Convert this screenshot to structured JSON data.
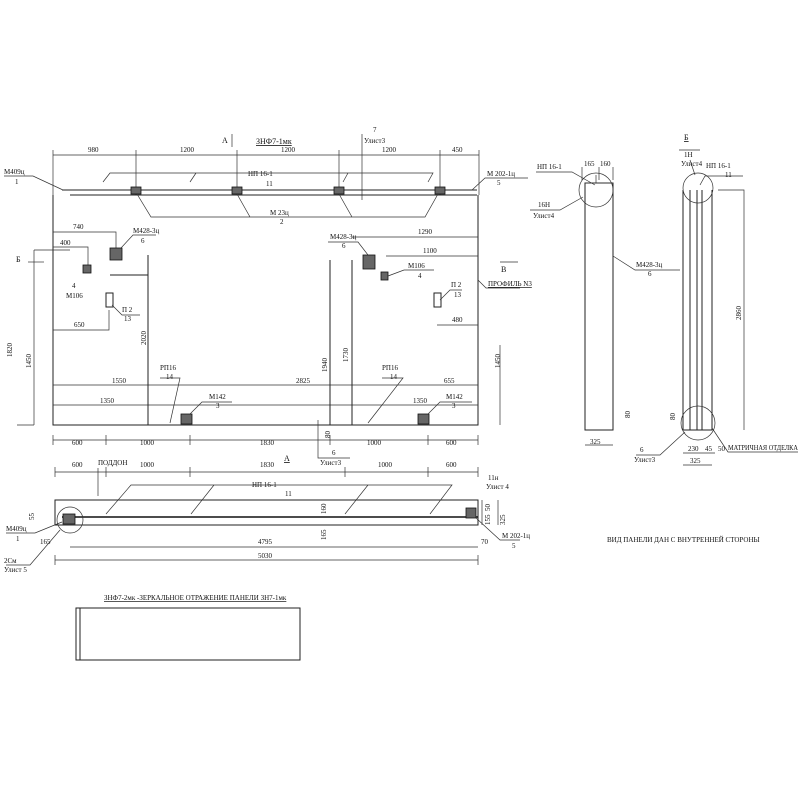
{
  "title": "ЗНФ7-1мк",
  "section_a": "А",
  "section_b": "Б",
  "section_v": "В",
  "top_dims": [
    "980",
    "1200",
    "1200",
    "1200",
    "450"
  ],
  "bottom_dims": [
    "600",
    "1000",
    "1830",
    "1000",
    "600"
  ],
  "plan_dims": [
    "600",
    "1000",
    "1830",
    "1000",
    "600"
  ],
  "labels": {
    "m409_a": "М409ц",
    "m409_a_n": "1",
    "np161_a": "НП 16-1",
    "np161_a_n": "11",
    "m23": "М 23ц",
    "m23_n": "2",
    "m202_a": "М 202-1ц",
    "m202_a_n": "5",
    "ulist3_top_n": "7",
    "ulist3_top": "Улист3",
    "m428_l": "М428-3ц",
    "m428_l_n": "6",
    "m428_r": "М428-3ц",
    "m428_r_n": "6",
    "m106_l": "М106",
    "m106_l_n": "4",
    "m106_r": "М106",
    "m106_r_n": "4",
    "p2_l": "П 2",
    "p2_l_n": "13",
    "p2_r": "П 2",
    "p2_r_n": "13",
    "profile": "ПРОФИЛЬ N3",
    "rp16_l": "РП16",
    "rp16_l_n": "14",
    "rp16_r": "РП16",
    "rp16_r_n": "14",
    "m142_l": "М142",
    "m142_l_n": "3",
    "m142_r": "М142",
    "m142_r_n": "3",
    "ulist3_mid_n": "6",
    "ulist3_mid": "Улист3",
    "poddon": "ПОДДОН",
    "np161_p": "НП 16-1",
    "np161_p_n": "11",
    "m409_p": "М409ц",
    "m409_p_n": "1",
    "ul5_n": "2См",
    "ul5": "Улист 5",
    "ul4_n": "11н",
    "ul4": "Улист 4",
    "m202_p": "М 202-1ц",
    "m202_p_n": "5"
  },
  "dims": {
    "d740": "740",
    "d400": "400",
    "d650": "650",
    "d1290": "1290",
    "d1100": "1100",
    "d480": "480",
    "d2020": "2020",
    "d1820": "1820",
    "d1450l": "1450",
    "d1940": "1940",
    "d1730": "1730",
    "d1450r": "1450",
    "d1550": "1550",
    "d2825": "2825",
    "d655": "655",
    "d1350l": "1350",
    "d1350r": "1350",
    "d80": "80",
    "d55": "55",
    "d165a": "165",
    "d165b": "165",
    "d160": "160",
    "d4795": "4795",
    "d5030": "5030",
    "d70": "70",
    "d50": "50",
    "d155": "155",
    "d325": "325"
  },
  "side": {
    "np161_1": "НП 16-1",
    "d165": "165",
    "d160": "160",
    "n16": "16Н",
    "ul4_1": "Улист4",
    "m428": "М428-3ц",
    "m428_n": "6",
    "d80_1": "80",
    "d325_1": "325",
    "n1": "1Н",
    "ul4_2": "Улист4",
    "np161_2": "НП 16-1",
    "np161_2_n": "11",
    "d2860": "2860",
    "d80_2": "80",
    "n6": "6",
    "ul3": "Улист3",
    "d230": "230",
    "d45": "45",
    "d50": "50",
    "d325_2": "325",
    "matrix": "МАТРИЧНАЯ ОТДЕЛКА"
  },
  "caption": "ВИД ПАНЕЛИ ДАН С ВНУТРЕННЕЙ СТОРОНЫ",
  "mirror_note": "ЗНФ7-2мк -ЗЕРКАЛЬНОЕ ОТРАЖЕНИЕ ПАНЕЛИ ЗН7-1мк"
}
